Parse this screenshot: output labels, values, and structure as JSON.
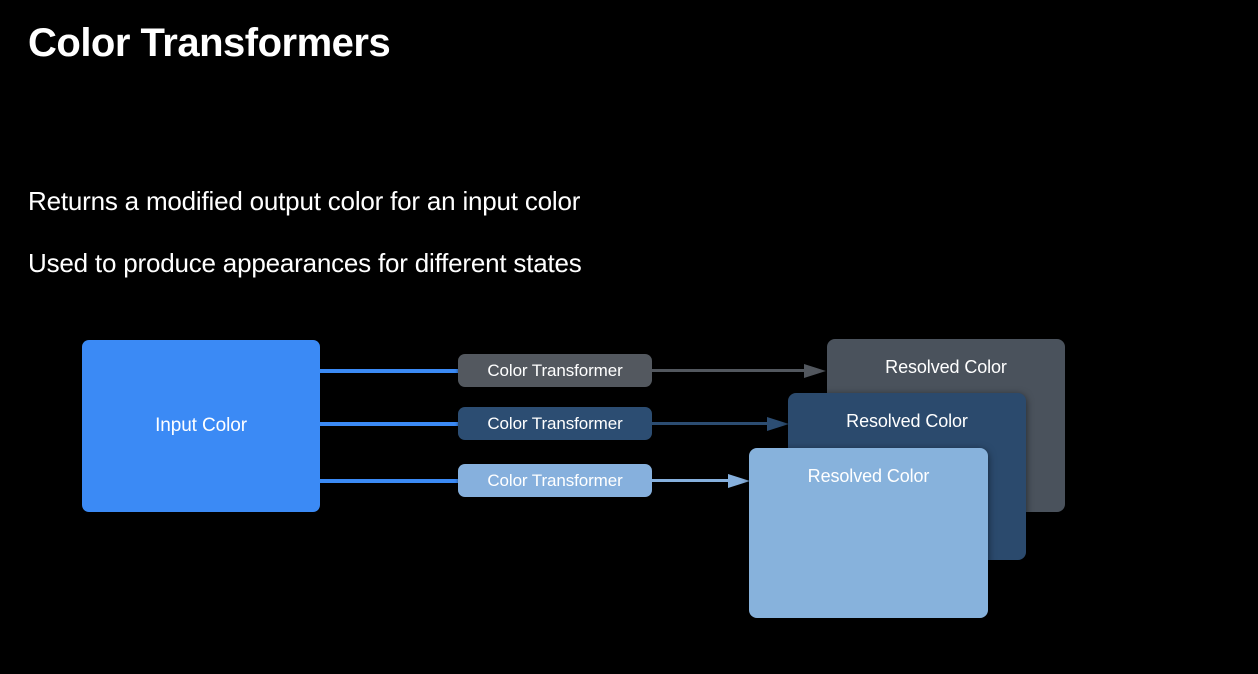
{
  "slide": {
    "title": "Color Transformers",
    "bullets": [
      "Returns a modified output color for an input color",
      "Used to produce appearances for different states"
    ]
  },
  "diagram": {
    "input_node": {
      "label": "Input Color",
      "color": "#3b8af5"
    },
    "connector_color": "#3b8af5",
    "transformers": [
      {
        "label": "Color Transformer",
        "color": "#53585f",
        "arrow_color": "#52575e"
      },
      {
        "label": "Color Transformer",
        "color": "#2c4d72",
        "arrow_color": "#2c4d72"
      },
      {
        "label": "Color Transformer",
        "color": "#86b0dd",
        "arrow_color": "#86b0dd"
      }
    ],
    "outputs": [
      {
        "label": "Resolved Color",
        "color": "#4a525c",
        "stack": "back"
      },
      {
        "label": "Resolved Color",
        "color": "#2b4a6d",
        "stack": "middle"
      },
      {
        "label": "Resolved Color",
        "color": "#87b2dc",
        "stack": "front"
      }
    ]
  }
}
